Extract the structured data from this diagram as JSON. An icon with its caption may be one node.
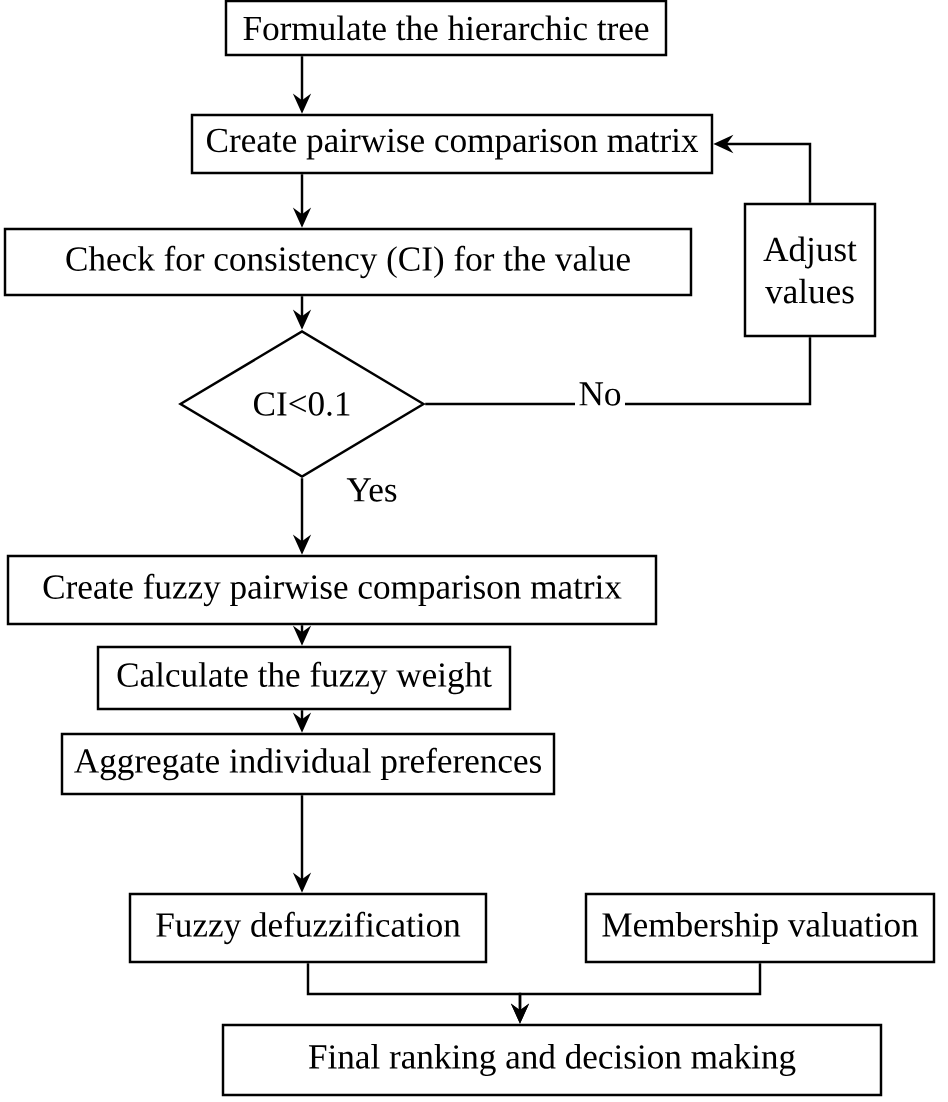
{
  "diagram": {
    "nodes": [
      {
        "text": [
          "Formulate the hierarchic tree"
        ]
      },
      {
        "text": [
          "Create pairwise comparison matrix"
        ]
      },
      {
        "text": [
          "Check for consistency (CI) for the value"
        ]
      },
      {
        "text": [
          "CI<0.1"
        ]
      },
      {
        "text": [
          "Adjust values"
        ]
      },
      {
        "text": [
          "Create fuzzy pairwise comparison matrix"
        ]
      },
      {
        "text": [
          "Calculate the fuzzy weight"
        ]
      },
      {
        "text": [
          "Aggregate individual preferences"
        ]
      },
      {
        "text": [
          "Fuzzy defuzzification"
        ]
      },
      {
        "text": [
          "Membership valuation"
        ]
      },
      {
        "text": [
          "Final ranking and decision making"
        ]
      }
    ],
    "edges": [
      {
        "from": 0,
        "to": 1,
        "arrow": "to"
      },
      {
        "from": 1,
        "to": 2,
        "arrow": "to"
      },
      {
        "from": 2,
        "to": 3,
        "arrow": "to"
      },
      {
        "from": 3,
        "to": 5,
        "arrow": "to",
        "label": "Yes"
      },
      {
        "from": 3,
        "to": 4,
        "arrow": "none",
        "label": "No"
      },
      {
        "from": 4,
        "to": 1,
        "arrow": "to"
      },
      {
        "from": 5,
        "to": 6,
        "arrow": "to"
      },
      {
        "from": 6,
        "to": 7,
        "arrow": "to"
      },
      {
        "from": 7,
        "to": 8,
        "arrow": "to"
      },
      {
        "from": 8,
        "to": 10,
        "arrow": "to"
      },
      {
        "from": 9,
        "to": 10,
        "arrow": "to"
      }
    ]
  }
}
